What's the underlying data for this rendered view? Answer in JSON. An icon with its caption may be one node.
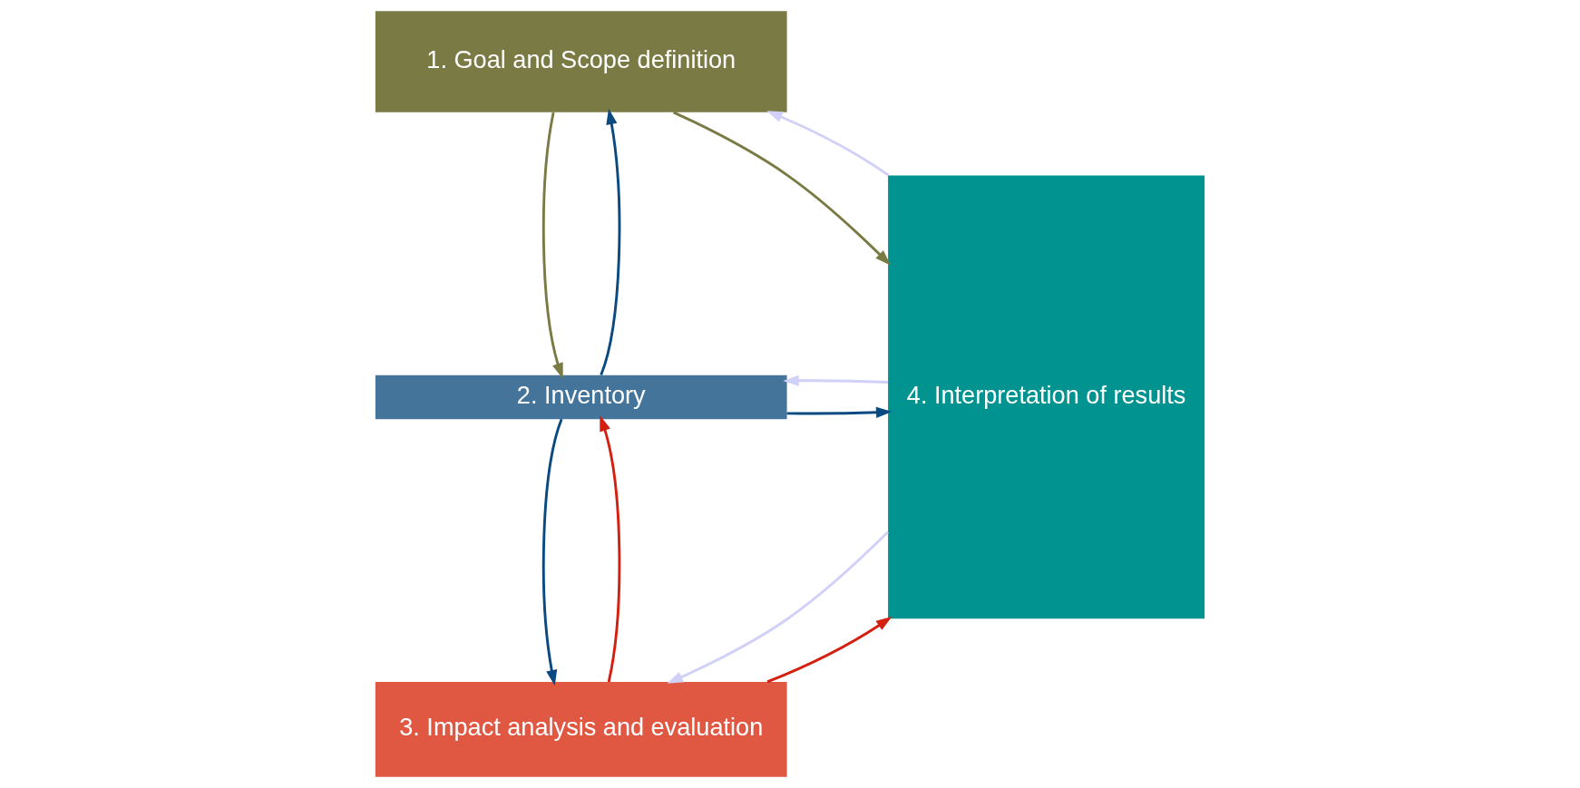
{
  "diagram": {
    "nodes": [
      {
        "text": [
          "1. Goal and Scope definition"
        ]
      },
      {
        "text": [
          "2. Inventory"
        ]
      },
      {
        "text": [
          "3. Impact analysis and evaluation"
        ]
      },
      {
        "text": [
          "4. Interpretation of results"
        ]
      }
    ],
    "edges": [
      {
        "from": 0,
        "to": 3,
        "arrow": "to",
        "color": "#7a7a45"
      },
      {
        "from": 3,
        "to": 0,
        "arrow": "to",
        "color": "#d0d0f8"
      },
      {
        "from": 0,
        "to": 1,
        "arrow": "to",
        "color": "#7a7a45"
      },
      {
        "from": 1,
        "to": 0,
        "arrow": "to",
        "color": "#0a4a80"
      },
      {
        "from": 1,
        "to": 3,
        "arrow": "to",
        "color": "#0a4a80"
      },
      {
        "from": 3,
        "to": 1,
        "arrow": "to",
        "color": "#d0d0f8"
      },
      {
        "from": 1,
        "to": 2,
        "arrow": "to",
        "color": "#0a4a80"
      },
      {
        "from": 2,
        "to": 1,
        "arrow": "to",
        "color": "#d42010"
      },
      {
        "from": 2,
        "to": 3,
        "arrow": "to",
        "color": "#d42010"
      },
      {
        "from": 3,
        "to": 2,
        "arrow": "to",
        "color": "#d0d0f8"
      }
    ]
  }
}
